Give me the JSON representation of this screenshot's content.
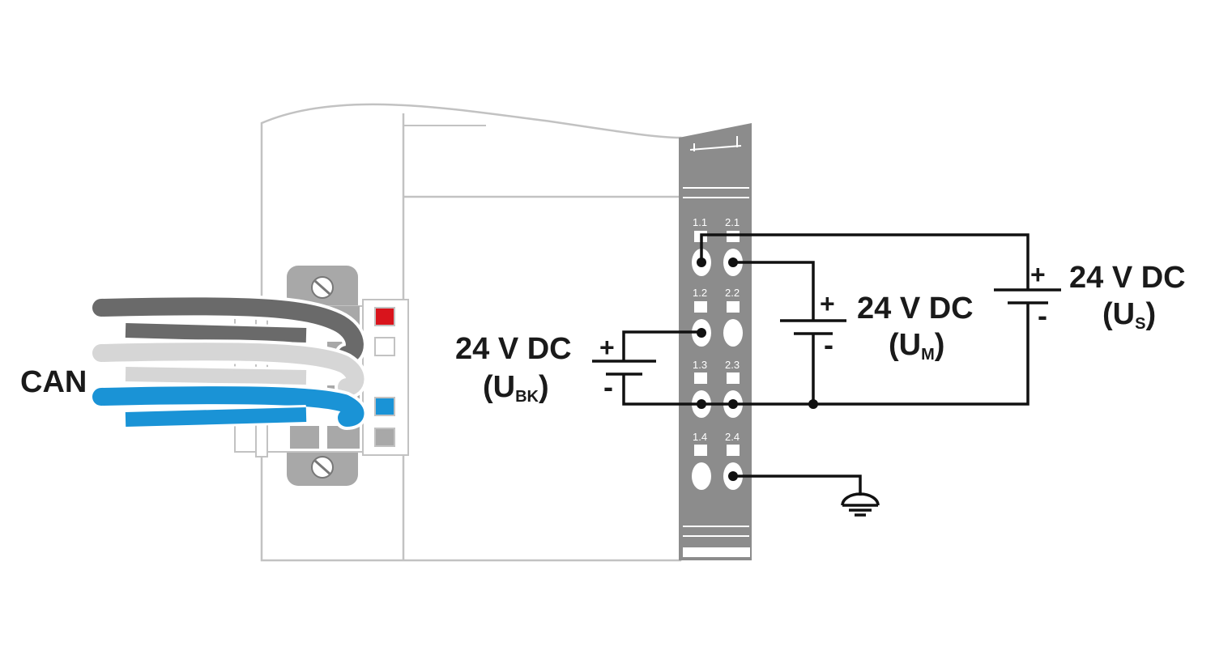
{
  "labels": {
    "can": "CAN",
    "ubk_voltage": "24 V DC",
    "ubk_sym": "U",
    "ubk_sub": "BK",
    "um_voltage": "24 V DC",
    "um_sym": "U",
    "um_sub": "M",
    "us_voltage": "24 V DC",
    "us_sym": "U",
    "us_sub": "S",
    "plus": "+",
    "minus": "-"
  },
  "terminals": [
    "1.1",
    "2.1",
    "1.2",
    "2.2",
    "1.3",
    "2.3",
    "1.4",
    "2.4"
  ],
  "colors": {
    "module_outline": "#c2c2c2",
    "terminal_strip": "#8c8c8c",
    "wire": "#111111",
    "cable_dark": "#6a6a6a",
    "cable_light": "#d6d6d6",
    "cable_blue": "#1a93d6",
    "led_red": "#d9141c",
    "led_blue": "#1a93d6"
  }
}
